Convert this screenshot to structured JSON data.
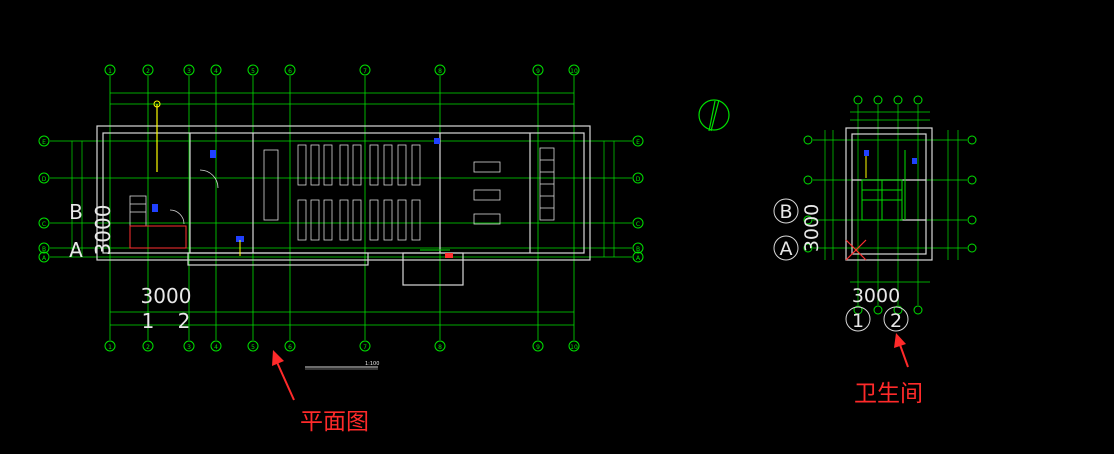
{
  "main_plan": {
    "axis_labels_top": [
      "1",
      "2",
      "3",
      "4",
      "5",
      "6",
      "7",
      "8",
      "9",
      "10"
    ],
    "axis_labels_bottom": [
      "1",
      "2",
      "3",
      "4",
      "5",
      "6",
      "7",
      "8",
      "9",
      "10"
    ],
    "row_labels_left": [
      "E",
      "D",
      "C",
      "B",
      "A"
    ],
    "row_labels_right": [
      "E",
      "D",
      "C",
      "B",
      "A"
    ],
    "callout_dimension": "3000",
    "callout_row_B": "B",
    "callout_row_A": "A",
    "callout_axis_1": "1",
    "callout_axis_2": "2",
    "title_block_scale": "1:100"
  },
  "detail_plan": {
    "callout_dimension_vertical": "3000",
    "callout_dimension_horizontal": "3000",
    "callout_row_B": "B",
    "callout_row_A": "A",
    "callout_axis_1": "1",
    "callout_axis_2": "2"
  },
  "annotations": {
    "plan_label": "平面图",
    "restroom_label": "卫生间"
  },
  "colors": {
    "background": "#000000",
    "grid_green": "#00e000",
    "wall_white": "#d8d8d8",
    "annotation_red": "#ff2a2a",
    "accent_yellow": "#ffff00",
    "accent_blue": "#2040ff",
    "accent_red_mark": "#ff3030"
  },
  "icons": {
    "north_arrow": "north-arrow-icon",
    "arrow_plan": "red-arrow-icon",
    "arrow_restroom": "red-arrow-icon"
  }
}
